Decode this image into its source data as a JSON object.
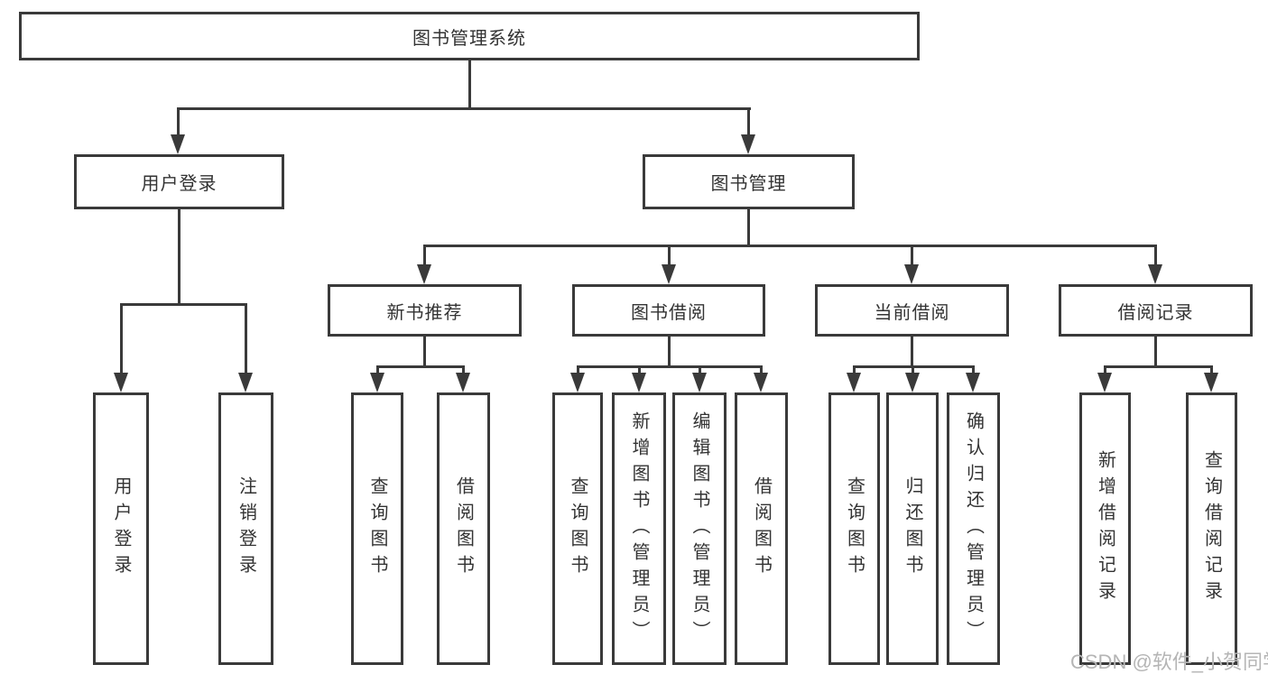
{
  "colors": {
    "line": "#3a3a3a",
    "text": "#333333",
    "background": "#ffffff",
    "watermark": "#b5b5b5"
  },
  "watermark": {
    "text": "CSDN @软件_小贺同学"
  },
  "tree": {
    "root": {
      "label": "图书管理系统",
      "children": [
        {
          "label": "用户登录",
          "children": [
            {
              "label": "用户登录"
            },
            {
              "label": "注销登录"
            }
          ]
        },
        {
          "label": "图书管理",
          "children": [
            {
              "label": "新书推荐",
              "children": [
                {
                  "label": "查询图书"
                },
                {
                  "label": "借阅图书"
                }
              ]
            },
            {
              "label": "图书借阅",
              "children": [
                {
                  "label": "查询图书"
                },
                {
                  "label": "新增图书（管理员）"
                },
                {
                  "label": "编辑图书（管理员）"
                },
                {
                  "label": "借阅图书"
                }
              ]
            },
            {
              "label": "当前借阅",
              "children": [
                {
                  "label": "查询图书"
                },
                {
                  "label": "归还图书"
                },
                {
                  "label": "确认归还（管理员）"
                }
              ]
            },
            {
              "label": "借阅记录",
              "children": [
                {
                  "label": "新增借阅记录"
                },
                {
                  "label": "查询借阅记录"
                }
              ]
            }
          ]
        }
      ]
    }
  }
}
